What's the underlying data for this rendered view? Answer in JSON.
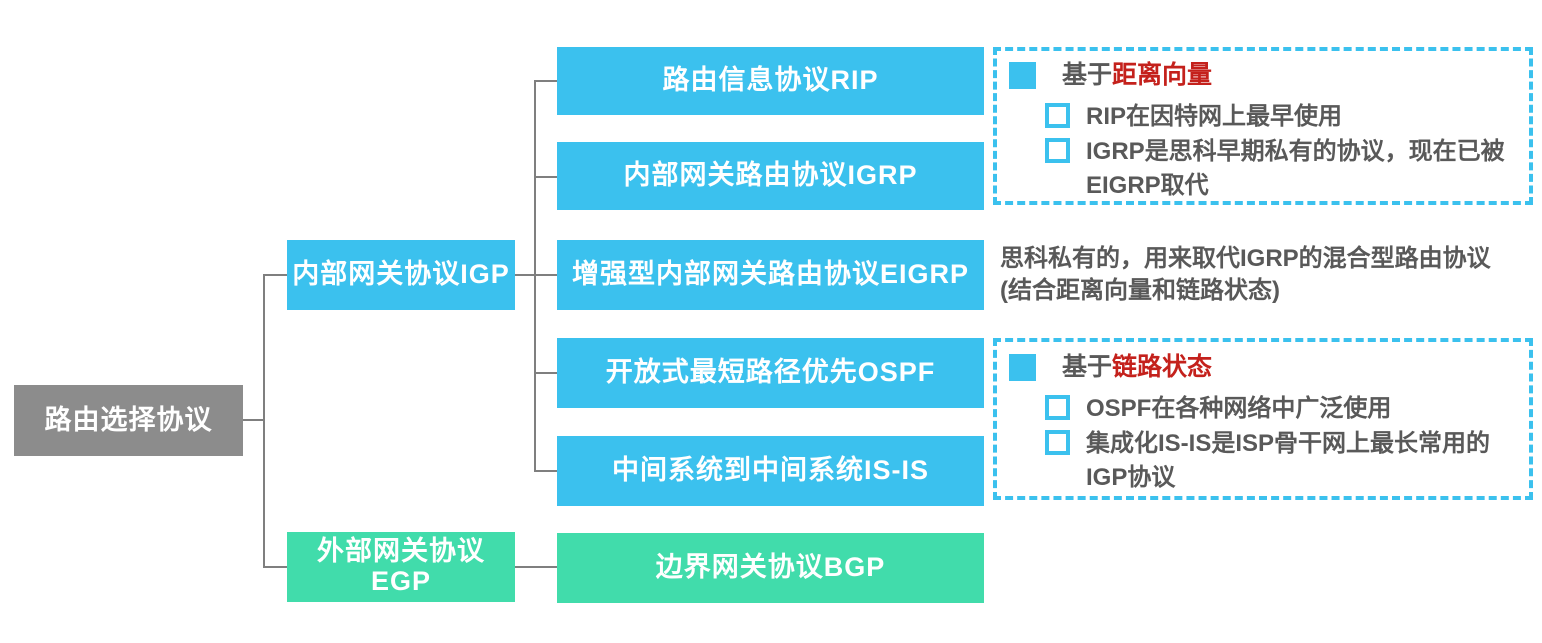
{
  "palette": {
    "cyan": "#3BC1EE",
    "green": "#41DCAB",
    "gray": "#8C8C8C",
    "connector": "#7F7F7F",
    "text_dark": "#595959",
    "red_highlight": "#C4211C"
  },
  "nodes": {
    "root": "路由选择协议",
    "igp": "内部网关协议IGP",
    "egp": "外部网关协议EGP",
    "rip": "路由信息协议RIP",
    "igrp": "内部网关路由协议IGRP",
    "eigrp": "增强型内部网关路由协议EIGRP",
    "ospf": "开放式最短路径优先OSPF",
    "isis": "中间系统到中间系统IS-IS",
    "bgp": "边界网关协议BGP"
  },
  "callouts": {
    "distance_vector": {
      "title_prefix": "基于",
      "title_highlight": "距离向量",
      "items": [
        "RIP在因特网上最早使用",
        "IGRP是思科早期私有的协议，现在已被EIGRP取代"
      ]
    },
    "link_state": {
      "title_prefix": "基于",
      "title_highlight": "链路状态",
      "items": [
        "OSPF在各种网络中广泛使用",
        "集成化IS-IS是ISP骨干网上最长常用的IGP协议"
      ]
    },
    "eigrp_note": {
      "line1": "思科私有的，用来取代IGRP的混合型路由协议",
      "line2": "(结合距离向量和链路状态)"
    }
  }
}
